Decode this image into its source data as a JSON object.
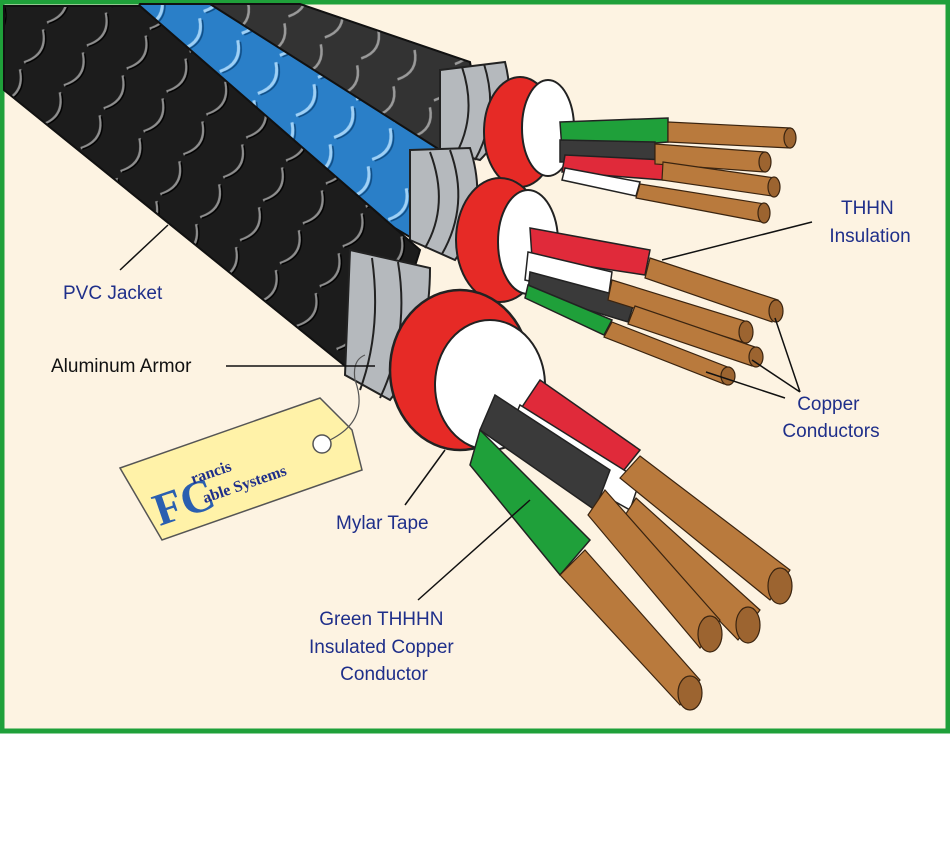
{
  "colors": {
    "border": "#1fa03a",
    "background": "#fdf3e2",
    "pvc_jacket": "#1c1c1c",
    "pvc_jacket_blue": "#2a7fc8",
    "aluminum_armor": "#b5b9bd",
    "mylar_tape": "#ffffff",
    "red_sleeve": "#e62a26",
    "copper": "#b97a3d",
    "green_insulation": "#1fa03a",
    "red_insulation": "#e02a3a",
    "black_insulation": "#3a3a3a",
    "tag": "#fff2a8",
    "label_text": "#1f2f8a"
  },
  "labels": {
    "pvc_jacket": "PVC Jacket",
    "aluminum_armor": "Aluminum Armor",
    "mylar_tape": "Mylar Tape",
    "green_conductor": [
      "Green THHHN",
      "Insulated Copper",
      "Conductor"
    ],
    "thhn_insulation": [
      "THHN",
      "Insulation"
    ],
    "copper_conductors": [
      "Copper",
      "Conductors"
    ]
  },
  "tag": {
    "line1": "rancis",
    "line2": "able Systems",
    "logo_letters": "FC"
  }
}
